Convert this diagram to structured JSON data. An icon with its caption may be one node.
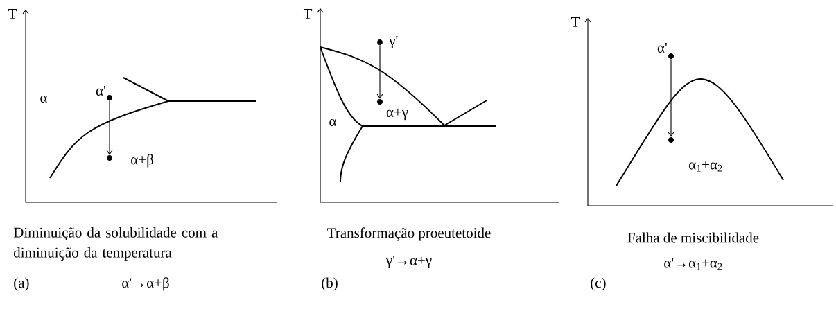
{
  "diagram": {
    "nodes": [
      {
        "text": [],
        "shape": "circle",
        "beside": [
          "α'"
        ]
      },
      {
        "text": [],
        "shape": "circle"
      },
      {
        "text": [],
        "shape": "circle",
        "beside": [
          "γ'"
        ]
      },
      {
        "text": [],
        "shape": "circle"
      },
      {
        "text": [],
        "shape": "circle",
        "beside": [
          "α'"
        ]
      },
      {
        "text": [],
        "shape": "circle"
      }
    ],
    "edges": [
      {
        "from": 0,
        "to": 1,
        "arrow": "to"
      },
      {
        "from": 2,
        "to": 3,
        "arrow": "to"
      },
      {
        "from": 4,
        "to": 5,
        "arrow": "to"
      }
    ],
    "labels": [
      "T",
      "α",
      "α+β",
      "T",
      "α+γ",
      "α",
      "T",
      "α$_{1}$+α$_{2}$",
      "Diminuição da solubilidade com a diminuição da temperatura",
      "Transformação proeutetoide",
      "Falha de miscibilidade",
      "γ'→α+γ",
      "α'→α$_{1}$+α$_{2}$",
      "(a)",
      "α'→α+β",
      "(b)",
      "(c)"
    ]
  }
}
